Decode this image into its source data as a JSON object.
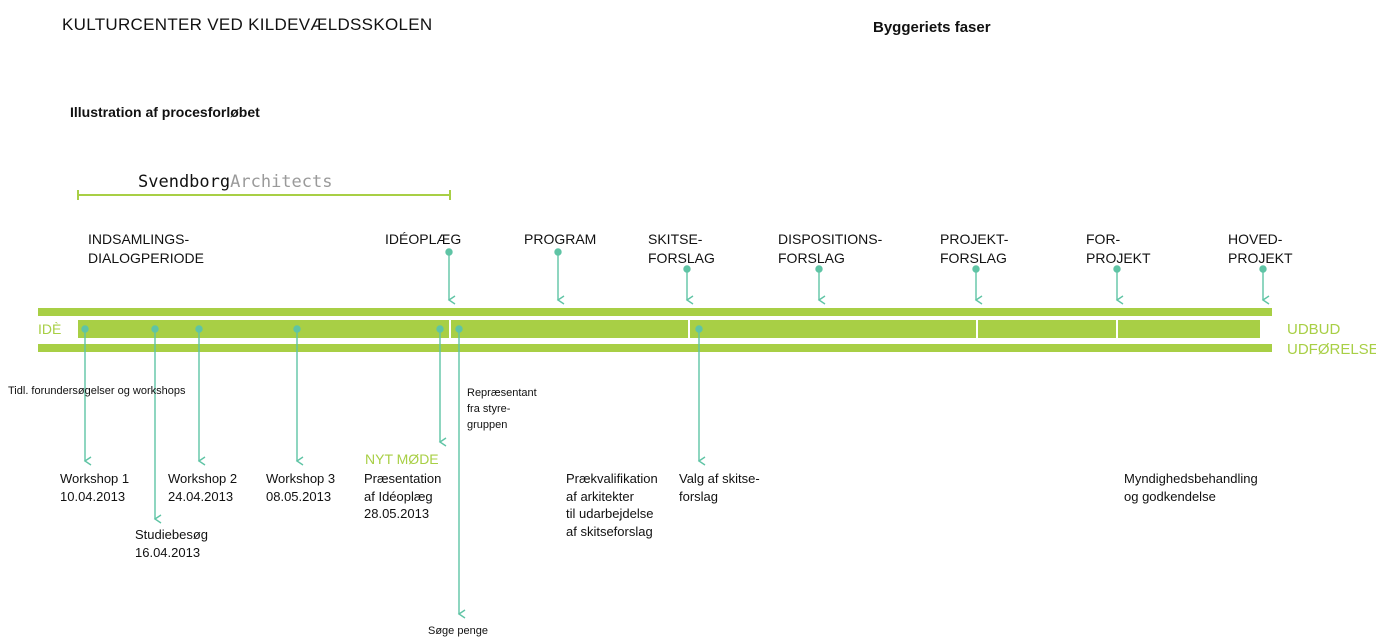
{
  "header": {
    "title": "KULTURCENTER VED KILDEVÆLDSSKOLEN",
    "section": "Byggeriets faser",
    "subtitle": "Illustration af procesforløbet"
  },
  "brand": {
    "part1": "Svendborg",
    "part2": "Architects"
  },
  "phases": {
    "indsamling": "INDSAMLINGS-\nDIALOGPERIODE",
    "ideoplaeg": "IDÉOPLÆG",
    "program": "PROGRAM",
    "skitse": "SKITSE-\nFORSLAG",
    "disposition": "DISPOSITIONS-\nFORSLAG",
    "projekt": "PROJEKT-\nFORSLAG",
    "forprojekt": "FOR-\nPROJEKT",
    "hovedprojekt": "HOVED-\nPROJEKT"
  },
  "timeline": {
    "start_label": "IDÈ",
    "end_label_1": "UDBUD",
    "end_label_2": "UDFØRELSE"
  },
  "events": {
    "tidl": "Tidl. forundersøgelser og workshops",
    "workshop1": "Workshop 1\n10.04.2013",
    "studiebesog": "Studiebesøg\n16.04.2013",
    "workshop2": "Workshop 2\n24.04.2013",
    "workshop3": "Workshop 3\n08.05.2013",
    "nyt_mode": "NYT MØDE",
    "praesentation": "Præsentation\naf Idéoplæg\n28.05.2013",
    "repraesentant": "Repræsentant\nfra styre-\ngruppen",
    "soge_penge": "Søge penge",
    "praekvalifikation": "Prækvalifikation\naf arkitekter\ntil udarbejdelse\naf skitseforslag",
    "valg": "Valg af skitse-\nforslag",
    "myndighed": "Myndighedsbehandling\nog godkendelse"
  },
  "colors": {
    "green": "#a8cf45",
    "teal": "#5fc4a5",
    "text": "#111111"
  }
}
